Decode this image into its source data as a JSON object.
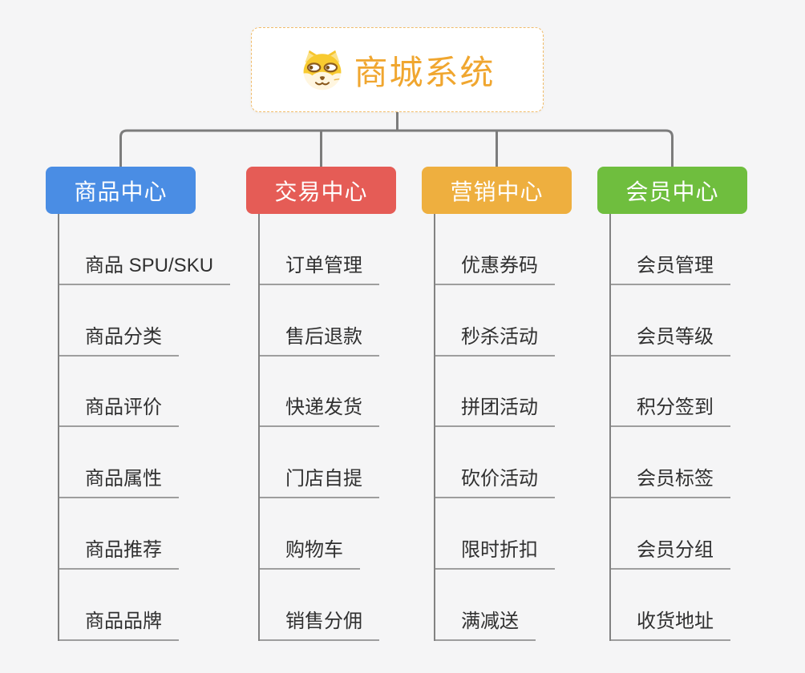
{
  "root": {
    "title": "商城系统",
    "icon": "shiba-dog-icon",
    "accent_color": "#f0a62f",
    "border_color": "#f1bc6a"
  },
  "colors": {
    "canvas_background": "#f5f5f6",
    "connector_gray": "#7c7c7c",
    "leaf_underline_gray": "#9e9e9e",
    "leaf_text": "#303030"
  },
  "branches": [
    {
      "label": "商品中心",
      "color": "#4a8de4",
      "children": [
        "商品 SPU/SKU",
        "商品分类",
        "商品评价",
        "商品属性",
        "商品推荐",
        "商品品牌"
      ]
    },
    {
      "label": "交易中心",
      "color": "#e55c56",
      "children": [
        "订单管理",
        "售后退款",
        "快递发货",
        "门店自提",
        "购物车",
        "销售分佣"
      ]
    },
    {
      "label": "营销中心",
      "color": "#eeaf3f",
      "children": [
        "优惠券码",
        "秒杀活动",
        "拼团活动",
        "砍价活动",
        "限时折扣",
        "满减送"
      ]
    },
    {
      "label": "会员中心",
      "color": "#6fbe3e",
      "children": [
        "会员管理",
        "会员等级",
        "积分签到",
        "会员标签",
        "会员分组",
        "收货地址"
      ]
    }
  ]
}
